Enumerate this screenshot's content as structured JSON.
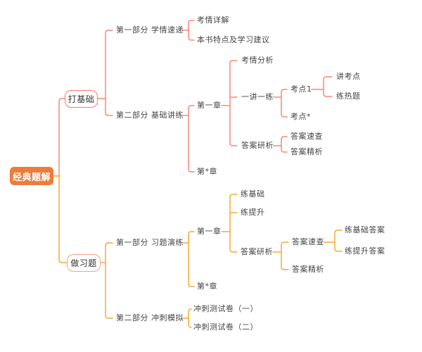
{
  "colors": {
    "root_fill": "#EE7B3C",
    "branch_top_line": "#F68876",
    "branch_bottom_line": "#F7A937",
    "branch_top_border": "#F47C6A",
    "branch_bottom_border": "#F0A583",
    "leaf_text": "#454545"
  },
  "mindmap": {
    "root": {
      "label": "经典题解",
      "children": [
        {
          "label": "打基础",
          "children": [
            {
              "label": "第一部分 学情速递",
              "children": [
                {
                  "label": "考情详解"
                },
                {
                  "label": "本书特点及学习建议"
                }
              ]
            },
            {
              "label": "第二部分 基础讲练",
              "children": [
                {
                  "label": "第一章",
                  "children": [
                    {
                      "label": "考情分析"
                    },
                    {
                      "label": "一讲一练",
                      "children": [
                        {
                          "label": "考点1",
                          "children": [
                            {
                              "label": "讲考点"
                            },
                            {
                              "label": "练热题"
                            }
                          ]
                        },
                        {
                          "label": "考点*"
                        }
                      ]
                    },
                    {
                      "label": "答案研析",
                      "children": [
                        {
                          "label": "答案速查"
                        },
                        {
                          "label": "答案精析"
                        }
                      ]
                    }
                  ]
                },
                {
                  "label": "第*章"
                }
              ]
            }
          ]
        },
        {
          "label": "做习题",
          "children": [
            {
              "label": "第一部分 习题演练",
              "children": [
                {
                  "label": "第一章",
                  "children": [
                    {
                      "label": "练基础"
                    },
                    {
                      "label": "练提升"
                    },
                    {
                      "label": "答案研析",
                      "children": [
                        {
                          "label": "答案速查",
                          "children": [
                            {
                              "label": "练基础答案"
                            },
                            {
                              "label": "练提升答案"
                            }
                          ]
                        },
                        {
                          "label": "答案精析"
                        }
                      ]
                    }
                  ]
                },
                {
                  "label": "第*章"
                }
              ]
            },
            {
              "label": "第二部分 冲刺模拟",
              "children": [
                {
                  "label": "冲刺测试卷（一）"
                },
                {
                  "label": "冲刺测试卷（二）"
                }
              ]
            }
          ]
        }
      ]
    }
  }
}
